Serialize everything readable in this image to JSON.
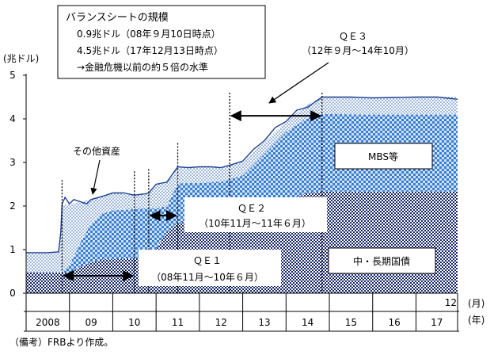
{
  "chart_data": {
    "type": "area",
    "stacked": true,
    "title": "",
    "xlabel_unit_year": "(年)",
    "xlabel_unit_month": "(月)",
    "ylabel": "(兆ドル)",
    "ylim": [
      0,
      5
    ],
    "y_ticks": [
      "0",
      "1",
      "2",
      "3",
      "4",
      "5"
    ],
    "x_start": 2008.0,
    "x_end": 2017.96,
    "x_year_labels": [
      {
        "year": 2008.0,
        "label": "2008"
      },
      {
        "year": 2009.0,
        "label": "09"
      },
      {
        "year": 2010.0,
        "label": "10"
      },
      {
        "year": 2011.0,
        "label": "11"
      },
      {
        "year": 2012.0,
        "label": "12"
      },
      {
        "year": 2013.0,
        "label": "13"
      },
      {
        "year": 2014.0,
        "label": "14"
      },
      {
        "year": 2015.0,
        "label": "15"
      },
      {
        "year": 2016.0,
        "label": "16"
      },
      {
        "year": 2017.0,
        "label": "17"
      }
    ],
    "end_month_label": "12",
    "grid": false,
    "series": [
      {
        "name": "中・長期国債",
        "pattern": "dense-check",
        "x": [
          2008.0,
          2008.5,
          2008.83,
          2009.0,
          2009.25,
          2009.5,
          2009.75,
          2010.0,
          2010.5,
          2010.83,
          2011.0,
          2011.25,
          2011.5,
          2012.0,
          2012.5,
          2013.0,
          2013.5,
          2014.0,
          2014.5,
          2014.83,
          2015.0,
          2016.0,
          2017.0,
          2017.96
        ],
        "values": [
          0.48,
          0.48,
          0.47,
          0.48,
          0.6,
          0.7,
          0.77,
          0.78,
          0.8,
          0.85,
          1.02,
          1.4,
          1.62,
          1.65,
          1.66,
          1.7,
          1.92,
          2.12,
          2.3,
          2.33,
          2.33,
          2.33,
          2.33,
          2.33
        ]
      },
      {
        "name": "MBS等",
        "pattern": "blue-check",
        "x": [
          2008.0,
          2008.5,
          2008.83,
          2009.0,
          2009.25,
          2009.5,
          2009.75,
          2010.0,
          2010.5,
          2010.83,
          2011.0,
          2011.25,
          2011.5,
          2012.0,
          2012.5,
          2013.0,
          2013.5,
          2014.0,
          2014.5,
          2014.83,
          2015.0,
          2016.0,
          2017.0,
          2017.96
        ],
        "values": [
          0.0,
          0.0,
          0.0,
          0.15,
          0.55,
          0.9,
          1.05,
          1.12,
          1.13,
          1.1,
          0.92,
          0.6,
          0.9,
          0.88,
          0.9,
          1.0,
          1.28,
          1.58,
          1.73,
          1.78,
          1.78,
          1.77,
          1.77,
          1.77
        ]
      },
      {
        "name": "その他資産",
        "pattern": "dots",
        "x": [
          2008.0,
          2008.5,
          2008.75,
          2008.83,
          2009.0,
          2009.25,
          2009.5,
          2009.75,
          2010.0,
          2010.5,
          2010.83,
          2011.0,
          2011.25,
          2011.5,
          2012.0,
          2012.5,
          2013.0,
          2013.5,
          2014.0,
          2014.5,
          2014.83,
          2015.0,
          2016.0,
          2017.0,
          2017.96
        ],
        "values": [
          0.45,
          0.45,
          0.45,
          1.55,
          1.4,
          0.95,
          0.55,
          0.4,
          0.4,
          0.32,
          0.35,
          0.55,
          0.55,
          0.38,
          0.37,
          0.32,
          0.33,
          0.26,
          0.24,
          0.3,
          0.39,
          0.39,
          0.4,
          0.4,
          0.4
        ]
      }
    ],
    "total_line": {
      "x": [
        2008.0,
        2008.5,
        2008.75,
        2008.8,
        2008.83,
        2008.9,
        2009.0,
        2009.1,
        2009.25,
        2009.4,
        2009.5,
        2009.75,
        2010.0,
        2010.25,
        2010.5,
        2010.75,
        2010.83,
        2011.0,
        2011.25,
        2011.5,
        2011.75,
        2012.0,
        2012.25,
        2012.5,
        2012.75,
        2013.0,
        2013.25,
        2013.5,
        2013.75,
        2014.0,
        2014.25,
        2014.5,
        2014.83,
        2015.0,
        2015.5,
        2016.0,
        2016.5,
        2017.0,
        2017.5,
        2017.96
      ],
      "values": [
        0.93,
        0.93,
        0.95,
        1.4,
        2.05,
        2.2,
        2.05,
        2.15,
        2.1,
        2.05,
        2.15,
        2.22,
        2.3,
        2.3,
        2.25,
        2.28,
        2.3,
        2.5,
        2.55,
        2.9,
        2.88,
        2.9,
        2.9,
        2.88,
        2.95,
        3.03,
        3.3,
        3.5,
        3.8,
        3.94,
        4.2,
        4.27,
        4.5,
        4.5,
        4.5,
        4.48,
        4.49,
        4.5,
        4.5,
        4.45
      ]
    },
    "boundary_lines_x": [
      2008.83,
      2010.5,
      2010.83,
      2011.5,
      2012.7,
      2014.83
    ],
    "annotations": {
      "info_box": [
        "バランスシートの規模",
        "0.9兆ドル（08年９月10日時点）",
        "4.5兆ドル（17年12月13日時点）",
        "→金融危機以前の約５倍の水準"
      ],
      "qe1": [
        "ＱＥ１",
        "（08年11月～10年６月）"
      ],
      "qe2": [
        "ＱＥ２",
        "（10年11月～11年６月）"
      ],
      "qe3": [
        "ＱＥ３",
        "（12年９月～14年10月）"
      ],
      "label_other": "その他資産",
      "label_mbs": "MBS等",
      "label_treasury": "中・長期国債"
    },
    "footnote": "（備考）FRBより作成。"
  }
}
